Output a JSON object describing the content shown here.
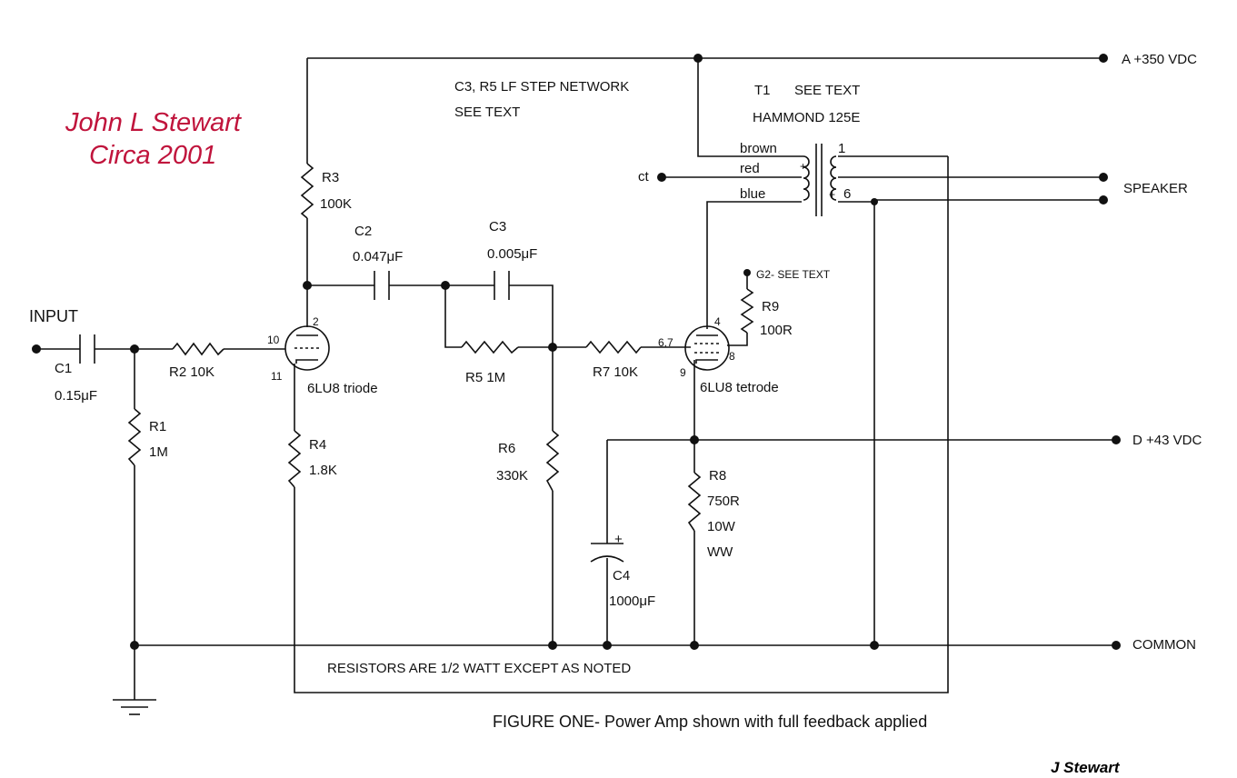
{
  "author": {
    "name": "John L Stewart",
    "date": "Circa 2001"
  },
  "signature": "J Stewart",
  "caption": "FIGURE ONE-  Power Amp shown with full feedback applied",
  "note": "RESISTORS ARE 1/2 WATT EXCEPT AS NOTED",
  "network_note": {
    "line1": "C3, R5 LF STEP NETWORK",
    "line2": "SEE TEXT"
  },
  "terminals": {
    "a": "A  +350 VDC",
    "speaker": "SPEAKER",
    "d": "D   +43 VDC",
    "common": "COMMON",
    "input": "INPUT",
    "ct": "ct",
    "g2": "G2- SEE TEXT"
  },
  "transformer": {
    "ref": "T1",
    "see": "SEE TEXT",
    "model": "HAMMOND 125E",
    "wire_brown": "brown",
    "wire_red": "red",
    "wire_blue": "blue",
    "pin_1": "1",
    "pin_6": "6"
  },
  "components": {
    "c1": {
      "ref": "C1",
      "value": "0.15μF"
    },
    "c2": {
      "ref": "C2",
      "value": "0.047μF"
    },
    "c3": {
      "ref": "C3",
      "value": "0.005μF"
    },
    "c4": {
      "ref": "C4",
      "value": "1000μF"
    },
    "r1": {
      "ref": "R1",
      "value": "1M"
    },
    "r2": {
      "label": "R2 10K"
    },
    "r3": {
      "ref": "R3",
      "value": "100K"
    },
    "r4": {
      "ref": "R4",
      "value": "1.8K"
    },
    "r5": {
      "label": "R5 1M"
    },
    "r6": {
      "ref": "R6",
      "value": "330K"
    },
    "r7": {
      "label": "R7 10K"
    },
    "r8": {
      "ref": "R8",
      "value": "750R",
      "power": "10W",
      "type": "WW"
    },
    "r9": {
      "ref": "R9",
      "value": "100R"
    }
  },
  "tubes": {
    "triode": {
      "label": "6LU8 triode",
      "pin_plate": "2",
      "pin_grid": "10",
      "pin_cathode": "11"
    },
    "tetrode": {
      "label": "6LU8 tetrode",
      "pin_plate": "4",
      "pin_grid": "6,7",
      "pin_screen": "8",
      "pin_cathode": "9"
    }
  }
}
